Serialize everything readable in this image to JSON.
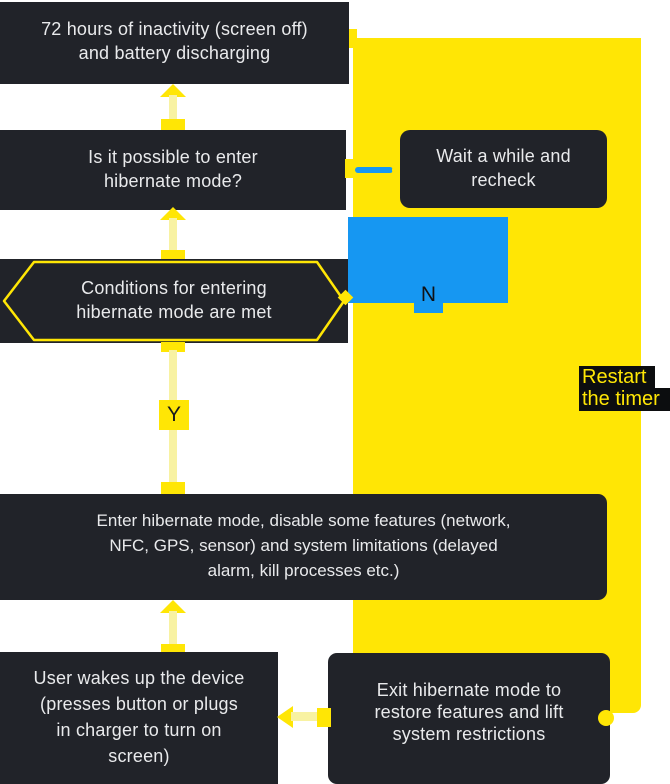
{
  "palette": {
    "dark_box": "#212329",
    "yellow": "#FFE605",
    "pale_yellow_arrow": "#F8F2A2",
    "blue": "#1697F2",
    "text_light": "#E9EAEC",
    "text_dark": "#17191D",
    "label_bar_black": "#0C0D0F",
    "background": "#FFFFFF"
  },
  "nodes": {
    "inactivity": {
      "lines": [
        "72 hours of inactivity (screen off)",
        "and battery discharging"
      ]
    },
    "question": {
      "lines": [
        "Is it possible to enter",
        "hibernate mode?"
      ]
    },
    "wait": {
      "lines": [
        "Wait a while and",
        "recheck"
      ]
    },
    "conditions": {
      "lines": [
        "Conditions for entering",
        "hibernate mode are met"
      ]
    },
    "enter": {
      "lines": [
        "Enter hibernate mode, disable some features (network,",
        "NFC, GPS, sensor) and system limitations (delayed",
        "alarm, kill processes etc.)"
      ]
    },
    "wake": {
      "lines": [
        "User wakes up the device",
        "(presses button or plugs",
        "in charger to turn on",
        "screen)"
      ]
    },
    "exit": {
      "lines": [
        "Exit hibernate mode to",
        "restore features and lift",
        "system restrictions"
      ]
    }
  },
  "labels": {
    "yes": "Y",
    "no": "N",
    "restart_line1": "Restart",
    "restart_line2": "the timer"
  }
}
